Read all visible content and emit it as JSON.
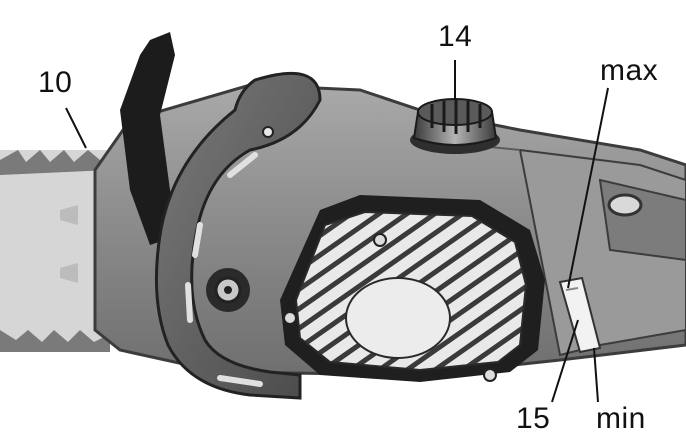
{
  "labels": {
    "bar_tip": "10",
    "oil_cap": "14",
    "max": "max",
    "oil_window": "15",
    "min": "min"
  },
  "colors": {
    "body": "#8d8d8d",
    "body_light": "#bdbdbd",
    "handle": "#5a5a5a",
    "dark": "#1e1e1e",
    "chain": "#6e6e6e"
  }
}
